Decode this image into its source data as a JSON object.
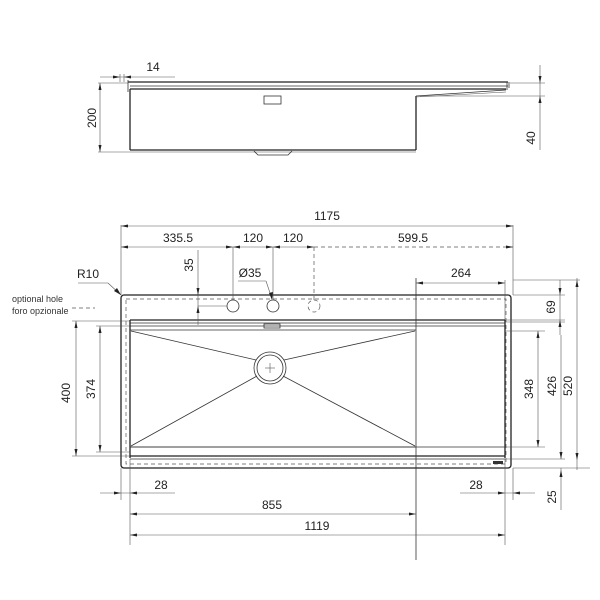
{
  "side_view": {
    "dimensions": {
      "rim_thickness": "14",
      "height": "200",
      "drainer_depth": "40"
    }
  },
  "top_view": {
    "dimensions": {
      "overall_width": "1175",
      "left_to_first_hole": "335.5",
      "hole_spacing_1": "120",
      "hole_spacing_2": "120",
      "right_of_optional_hole": "599.5",
      "drainer_width": "264",
      "corner_radius": "R10",
      "hole_offset": "35",
      "hole_diameter": "Ø35",
      "top_margin": "69",
      "bowl_outer_depth": "400",
      "bowl_inner_depth": "374",
      "drainer_inner_depth": "348",
      "inner_depth": "426",
      "overall_depth": "520",
      "left_margin": "28",
      "right_margin": "28",
      "bottom_margin": "25",
      "bowl_width": "855",
      "inner_width": "1119"
    },
    "notes": {
      "optional_hole_en": "optional hole",
      "optional_hole_it": "foro opzionale"
    }
  }
}
